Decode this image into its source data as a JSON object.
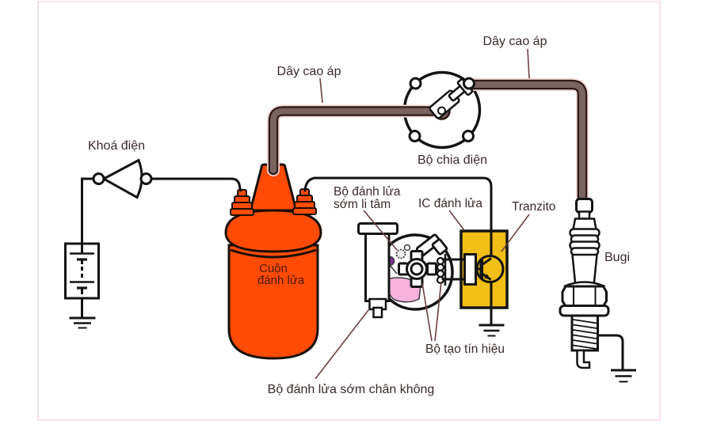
{
  "diagram": {
    "labels": {
      "hv_wire_left": "Dây cao áp",
      "hv_wire_right": "Dây cao áp",
      "ignition_switch": "Khoá điện",
      "distributor": "Bộ chia điện",
      "centrifugal_line1": "Bộ đánh lửa",
      "centrifugal_line2": "sớm li tâm",
      "ignition_ic": "IC đánh lửa",
      "transistor": "Tranzito",
      "coil_line1": "Cuộn",
      "coil_line2": "đánh lửa",
      "signal_generator": "Bộ tạo tín hiệu",
      "vacuum_advance": "Bộ đánh lửa sớm chân không",
      "spark_plug": "Bugi"
    },
    "colors": {
      "coil_fill": "#ff4b06",
      "coil_label_text": "#4a1803",
      "ic_box_fill": "#f2be18",
      "hv_wire_core": "#7a6360",
      "hv_wire_edge": "#2b1a17",
      "pink_part": "#f7b3dd",
      "purple_part": "#7b2f92",
      "label_text": "#3a2a2a",
      "pointer_line": "#6b4140",
      "circuit_line": "#121212",
      "border": "#f7d9dc"
    }
  }
}
